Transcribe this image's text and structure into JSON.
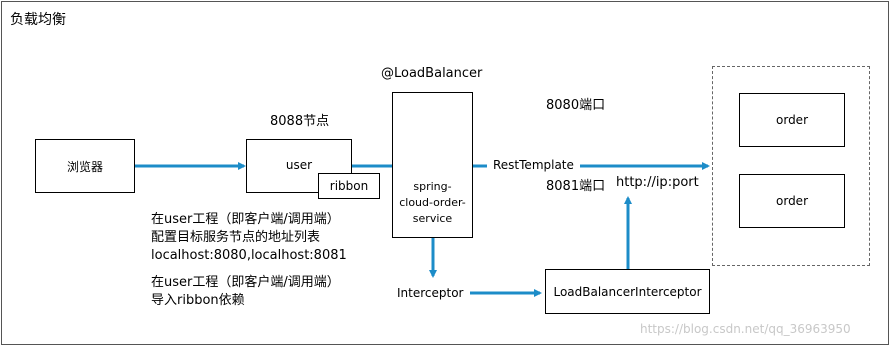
{
  "title": "负载均衡",
  "colors": {
    "arrow": "#1c8cc8",
    "border": "#000000",
    "dashed": "#666666",
    "watermark": "#c8c8c8"
  },
  "nodes": {
    "browser": "浏览器",
    "user": "user",
    "ribbon": "ribbon",
    "service": "spring-cloud-order-service",
    "order_top": "order",
    "order_bottom": "order",
    "interceptor_box": "LoadBalancerInterceptor"
  },
  "labels": {
    "port_8088": "8088节点",
    "load_balancer": "@LoadBalancer",
    "port_8080": "8080端口",
    "rest_template": "RestTemplate",
    "port_8081": "8081端口",
    "ip_port": "http://ip:port",
    "interceptor": "Interceptor"
  },
  "notes": {
    "note1_line1": "在user工程（即客户端/调用端）",
    "note1_line2": "配置目标服务节点的地址列表",
    "note1_line3": "localhost:8080,localhost:8081",
    "note2_line1": "在user工程（即客户端/调用端）",
    "note2_line2": "导入ribbon依赖"
  },
  "watermark": "https://blog.csdn.net/qq_36963950"
}
